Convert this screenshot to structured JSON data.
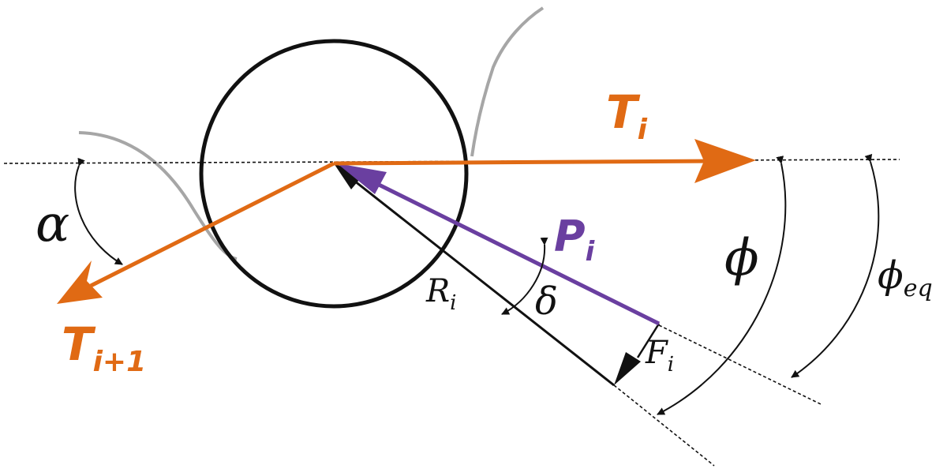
{
  "colors": {
    "tension": "#e06a14",
    "p_vector": "#6a3fa0",
    "cable": "#a6a6a6",
    "ink": "#111111"
  },
  "labels": {
    "T_i": {
      "base": "T",
      "sub": "i"
    },
    "T_i_plus_1": {
      "base": "T",
      "sub": "i+1"
    },
    "P_i": {
      "base": "P",
      "sub": "i"
    },
    "R_i": {
      "base": "R",
      "sub": "i"
    },
    "F_i": {
      "base": "F",
      "sub": "i"
    },
    "alpha": "α",
    "delta": "δ",
    "phi": "ϕ",
    "phi_eq": {
      "base": "ϕ",
      "sub": "eq"
    }
  }
}
